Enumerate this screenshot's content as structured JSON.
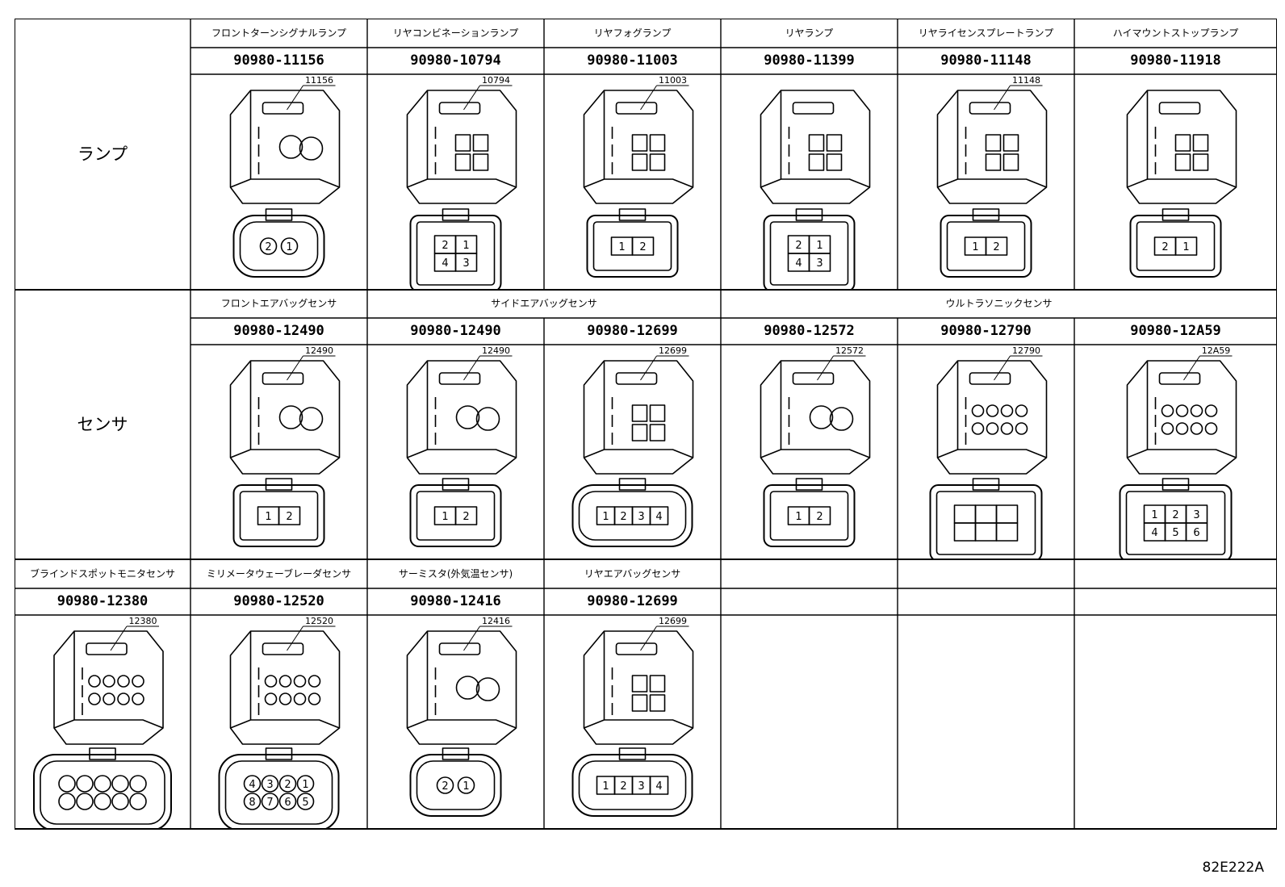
{
  "footer_code": "82E222A",
  "categories": [
    {
      "key": "lamp",
      "label": "ランプ"
    },
    {
      "key": "sensor",
      "label": "センサ"
    }
  ],
  "rows": [
    {
      "cells": [
        {
          "name": "フロントターンシグナルランプ",
          "part": "90980-11156",
          "code": "11156",
          "pins": [
            [
              "2",
              "1"
            ]
          ],
          "style": "round2"
        },
        {
          "name": "リヤコンビネーションランプ",
          "part": "90980-10794",
          "code": "10794",
          "pins": [
            [
              "2",
              "1"
            ],
            [
              "4",
              "3"
            ]
          ],
          "style": "box4"
        },
        {
          "name": "リヤフォグランプ",
          "part": "90980-11003",
          "code": "11003",
          "pins": [
            [
              "1",
              "2"
            ]
          ],
          "style": "wide2"
        },
        {
          "name": "リヤランプ",
          "part": "90980-11399",
          "code": "",
          "pins": [
            [
              "2",
              "1"
            ],
            [
              "4",
              "3"
            ]
          ],
          "style": "box4clip"
        },
        {
          "name": "リヤライセンスプレートランプ",
          "part": "90980-11148",
          "code": "11148",
          "pins": [
            [
              "1",
              "2"
            ]
          ],
          "style": "split2"
        },
        {
          "name": "ハイマウントストップランプ",
          "part": "90980-11918",
          "code": "",
          "pins": [
            [
              "2",
              "1"
            ]
          ],
          "style": "tall2"
        }
      ]
    },
    {
      "group_labels": [
        "フロントエアバッグセンサ",
        "サイドエアバッグセンサ",
        "ウルトラソニックセンサ"
      ],
      "cells": [
        {
          "part": "90980-12490",
          "code": "12490",
          "pins": [
            [
              "1",
              "2"
            ]
          ],
          "style": "airbag2"
        },
        {
          "part": "90980-12490",
          "code": "12490",
          "pins": [
            [
              "1",
              "2"
            ]
          ],
          "style": "airbag2"
        },
        {
          "part": "90980-12699",
          "code": "12699",
          "pins": [
            [
              "1",
              "2",
              "3",
              "4"
            ]
          ],
          "style": "oval4"
        },
        {
          "part": "90980-12572",
          "code": "12572",
          "pins": [
            [
              "1",
              "2"
            ]
          ],
          "style": "square2"
        },
        {
          "part": "90980-12790",
          "code": "12790",
          "pins": [
            [
              "",
              "",
              ""
            ],
            [
              "",
              "",
              ""
            ]
          ],
          "style": "hex6"
        },
        {
          "part": "90980-12A59",
          "code": "12A59",
          "pins": [
            [
              "1",
              "2",
              "3"
            ],
            [
              "4",
              "5",
              "6"
            ]
          ],
          "style": "hex6"
        }
      ]
    },
    {
      "cells": [
        {
          "name": "ブラインドスポットモニタセンサ",
          "part": "90980-12380",
          "code": "12380",
          "pins": [
            [
              "",
              "",
              "",
              "",
              ""
            ],
            [
              "",
              "",
              "",
              "",
              ""
            ]
          ],
          "style": "multi10"
        },
        {
          "name": "ミリメータウェーブレーダセンサ",
          "part": "90980-12520",
          "code": "12520",
          "pins": [
            [
              "4",
              "3",
              "2",
              "1"
            ],
            [
              "8",
              "7",
              "6",
              "5"
            ]
          ],
          "style": "multi8"
        },
        {
          "name": "サーミスタ(外気温センサ)",
          "part": "90980-12416",
          "code": "12416",
          "pins": [
            [
              "2",
              "1"
            ]
          ],
          "style": "therm2"
        },
        {
          "name": "リヤエアバッグセンサ",
          "part": "90980-12699",
          "code": "12699",
          "pins": [
            [
              "1",
              "2",
              "3",
              "4"
            ]
          ],
          "style": "oval4"
        },
        {
          "name": "",
          "part": "",
          "code": "",
          "pins": [],
          "style": "empty"
        },
        {
          "name": "",
          "part": "",
          "code": "",
          "pins": [],
          "style": "empty"
        },
        {
          "name": "",
          "part": "",
          "code": "",
          "pins": [],
          "style": "empty"
        }
      ]
    }
  ]
}
